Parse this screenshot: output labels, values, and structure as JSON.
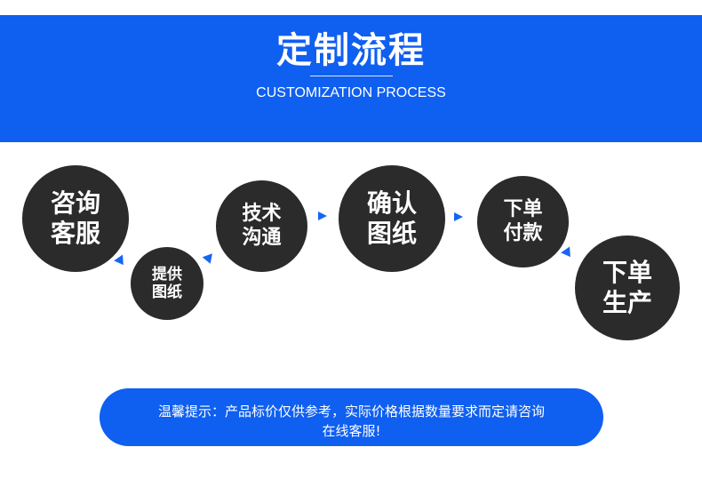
{
  "header": {
    "title": "定制流程",
    "subtitle": "CUSTOMIZATION PROCESS"
  },
  "steps": [
    {
      "line1": "咨询",
      "line2": "客服"
    },
    {
      "line1": "提供",
      "line2": "图纸"
    },
    {
      "line1": "技术",
      "line2": "沟通"
    },
    {
      "line1": "确认",
      "line2": "图纸"
    },
    {
      "line1": "下单",
      "line2": "付款"
    },
    {
      "line1": "下单",
      "line2": "生产"
    }
  ],
  "notice": {
    "line1": "温馨提示：产品标价仅供参考，实际价格根据数量要求而定请咨询",
    "line2": "在线客服!"
  },
  "colors": {
    "accent": "#0f5ff0",
    "circle": "#2b2b2b"
  }
}
